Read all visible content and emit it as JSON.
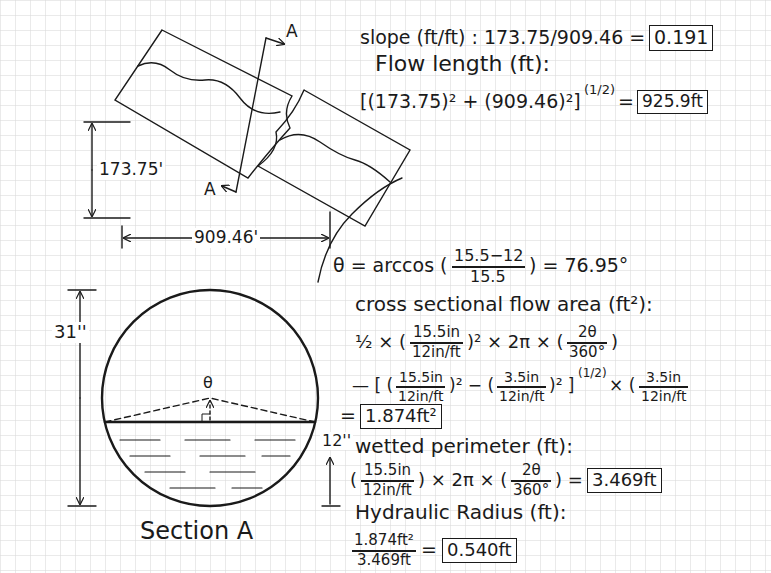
{
  "diagram": {
    "nodes": [
      {
        "text": [
          "0.191"
        ]
      },
      {
        "text": [
          "925.9ft"
        ]
      },
      {
        "text": [
          "1.874ft²"
        ]
      },
      {
        "text": [
          "3.469ft"
        ]
      },
      {
        "text": [
          "0.540ft"
        ]
      }
    ],
    "labels": [
      "slope (ft/ft) : 173.75/909.46 =",
      "Flow length (ft):",
      "[(173.75)² + (909.46)²]",
      "(1/2)",
      "=",
      "173.75'",
      "909.46'",
      "A",
      "A",
      "θ = arccos (",
      "15.5−12",
      "15.5",
      ") = 76.95°",
      "cross sectional flow area (ft²):",
      "½ × (",
      "15.5in",
      "12in/ft",
      ")² × 2π × (",
      "2θ",
      "360°",
      ")",
      "— [ (",
      "15.5in",
      "12in/ft",
      ")² − (",
      "3.5in",
      "12in/ft",
      ")² ]",
      "(1/2)",
      "× (",
      "3.5in",
      "12in/ft",
      "=",
      "wetted perimeter (ft):",
      "(",
      "15.5in",
      "12in/ft",
      ") × 2π × (",
      "2θ",
      "360°",
      ") =",
      "Hydraulic Radius (ft):",
      "1.874ft²",
      "3.469ft",
      "=",
      "31''",
      "θ",
      "12''",
      "Section A"
    ]
  }
}
